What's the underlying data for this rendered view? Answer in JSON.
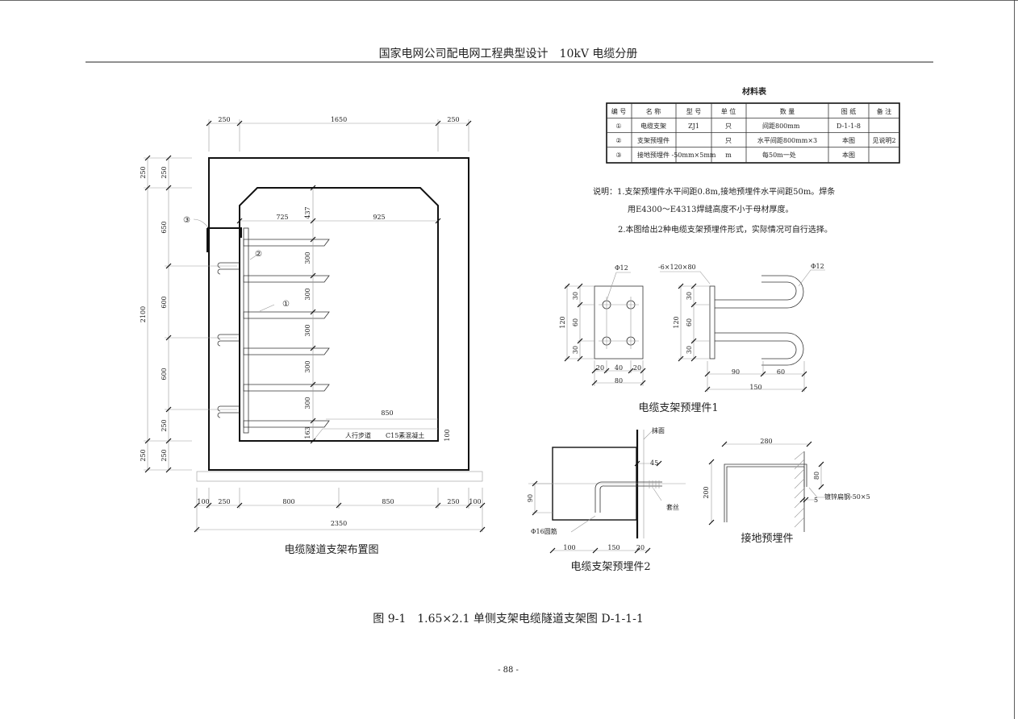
{
  "header": {
    "title": "国家电网公司配电网工程典型设计　10kV 电缆分册"
  },
  "layout_drawing": {
    "caption": "电缆隧道支架布置图",
    "top_dims": [
      "250",
      "1650",
      "250"
    ],
    "left_outer_dims": [
      "250",
      "2100",
      "250"
    ],
    "left_inner_dims": [
      "250",
      "650",
      "600",
      "600",
      "250",
      "250"
    ],
    "inner_dims": {
      "a": "725",
      "b": "925",
      "c": "437",
      "spacing": [
        "300",
        "300",
        "300",
        "300",
        "300"
      ],
      "d": "163",
      "e": "850",
      "f": "100"
    },
    "bottom_dims": [
      "100",
      "250",
      "800",
      "850",
      "250",
      "100"
    ],
    "total_width": "2350",
    "walkway": "人行步道",
    "concrete": "C15素混凝土",
    "markers": [
      "①",
      "②",
      "③"
    ]
  },
  "material_table": {
    "title": "材料表",
    "headers": [
      "编 号",
      "名 称",
      "型 号",
      "单 位",
      "数 量",
      "图 纸",
      "备 注"
    ],
    "rows": [
      [
        "①",
        "电缆支架",
        "ZJ1",
        "只",
        "间距800mm",
        "D-1-1-8",
        ""
      ],
      [
        "②",
        "支架预埋件",
        "",
        "只",
        "水平间距800mm×3",
        "本图",
        "见说明2"
      ],
      [
        "③",
        "接地预埋件",
        "-50mm×5mm",
        "m",
        "每50m一处",
        "本图",
        ""
      ]
    ]
  },
  "notes": [
    "说明：1.支架预埋件水平间距0.8m,接地预埋件水平间距50m。焊条",
    "用E4300～E4313焊缝高度不小于母材厚度。",
    "2.本图给出2种电缆支架预埋件形式，实际情况可自行选择。"
  ],
  "detail1": {
    "caption": "电缆支架预埋件1",
    "hole": "Φ12",
    "plate": "-6×120×80",
    "bar": "Φ12",
    "v_dims": [
      "120",
      "30",
      "60",
      "30"
    ],
    "h_dims": [
      "20",
      "40",
      "20",
      "80"
    ],
    "side_dims": [
      "120",
      "30",
      "60",
      "30",
      "90",
      "60",
      "150"
    ]
  },
  "detail2": {
    "caption": "电缆支架预埋件2",
    "surface": "抹面",
    "thread": "套丝",
    "rebar": "Φ16圆筋",
    "dims": [
      "45",
      "90",
      "100",
      "150",
      "20"
    ]
  },
  "detail3": {
    "caption": "接地预埋件",
    "steel": "镀锌扁钢-50×5",
    "dims": [
      "280",
      "200",
      "80",
      "5"
    ]
  },
  "figure_title": "图 9-1　1.65×2.1 单侧支架电缆隧道支架图 D-1-1-1",
  "page_number": "- 88 -"
}
